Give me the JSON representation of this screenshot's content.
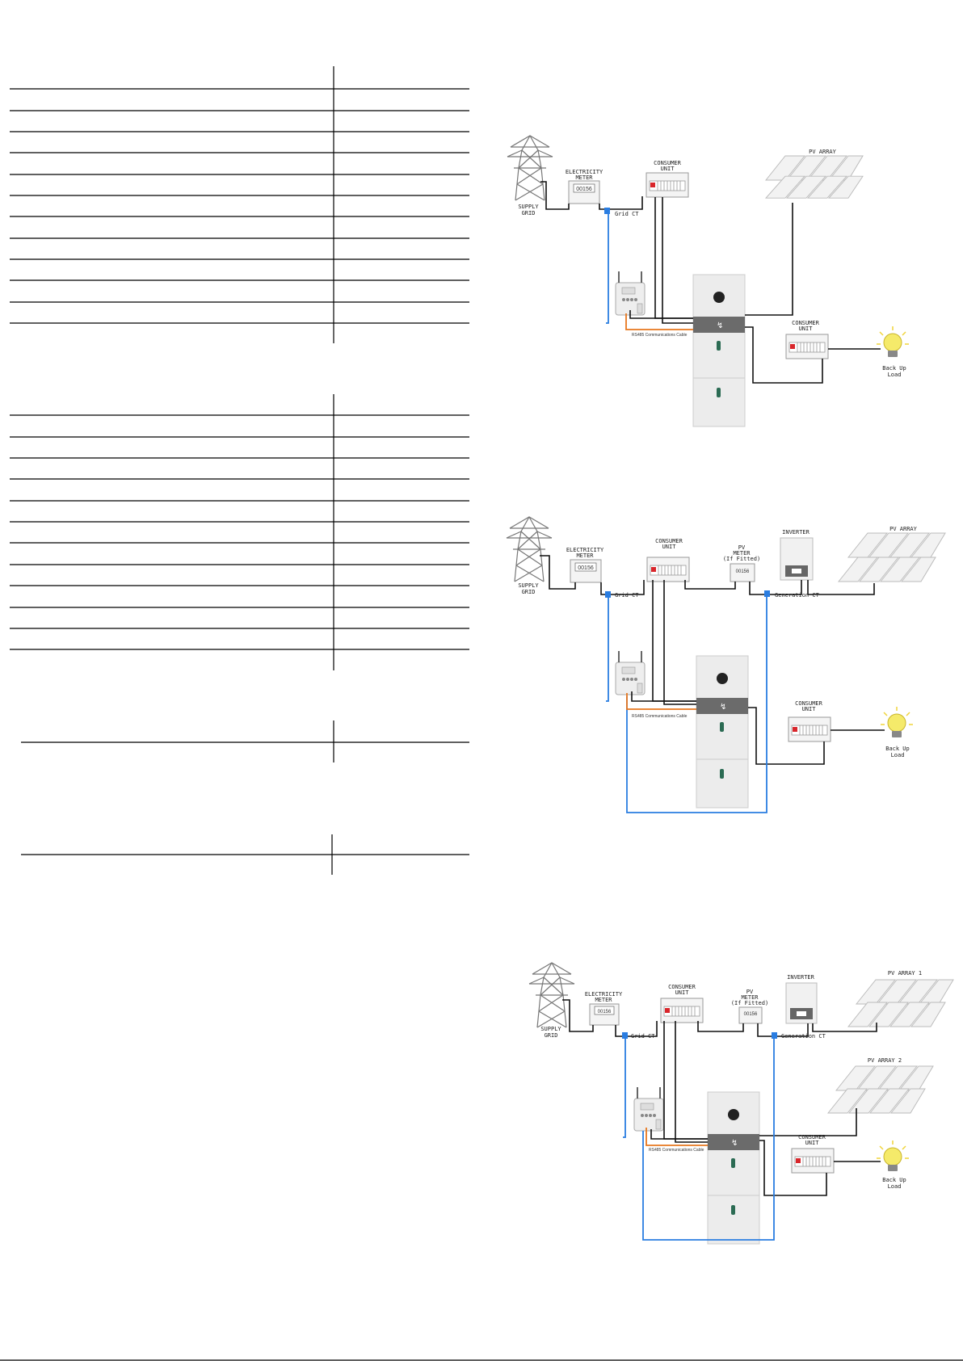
{
  "tables": [
    {
      "name": "table-1",
      "rows": 12
    },
    {
      "name": "table-2",
      "rows": 12
    },
    {
      "name": "table-3",
      "rows": 1
    },
    {
      "name": "table-4",
      "rows": 1
    }
  ],
  "labels": {
    "supply_grid": "SUPPLY GRID",
    "supply_grid_line1": "SUPPLY",
    "supply_grid_line2": "GRID",
    "electricity_meter_line1": "ELECTRICITY",
    "electricity_meter_line2": "METER",
    "meter_reading": "00156",
    "consumer_unit_line1": "CONSUMER",
    "consumer_unit_line2": "UNIT",
    "pv_array": "PV ARRAY",
    "pv_array_1": "PV ARRAY 1",
    "pv_array_2": "PV ARRAY 2",
    "grid_ct": "Grid CT",
    "generation_ct": "Generation CT",
    "rs485": "RS485 Communications Cable",
    "backup_line1": "Back Up",
    "backup_line2": "Load",
    "inverter": "INVERTER",
    "pv_meter_line1": "PV",
    "pv_meter_line2": "METER",
    "pv_meter_line3": "(If Fitted)"
  },
  "colors": {
    "wire": "#111111",
    "ct_wire": "#2a7de1",
    "comm_cable": "#e8771e",
    "battery": "#e8e8e8",
    "battery_band": "#6b6b6b",
    "bulb": "#f5ea6a",
    "breaker_red": "#d9262b"
  }
}
